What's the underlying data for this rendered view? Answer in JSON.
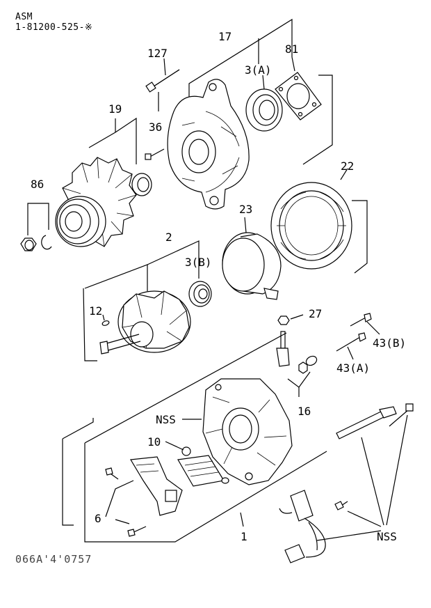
{
  "header": {
    "line1": "ASM",
    "line2": "1-81200-525-※"
  },
  "footer": {
    "code": "066A'4'0757"
  },
  "callouts": {
    "c127": "127",
    "c17": "17",
    "c81": "81",
    "c3a": "3(A)",
    "c19": "19",
    "c36": "36",
    "c86": "86",
    "c22": "22",
    "c23": "23",
    "c2": "2",
    "c3b": "3(B)",
    "c12": "12",
    "c27": "27",
    "c43b": "43(B)",
    "c43a": "43(A)",
    "c16": "16",
    "cnss1": "NSS",
    "c10": "10",
    "c6": "6",
    "c1": "1",
    "cnss2": "NSS"
  },
  "parts": {
    "front_bracket": "front-bracket",
    "rear_bracket": "rear-bracket",
    "stator": "stator",
    "rotor": "rotor",
    "fan": "fan",
    "pulley": "pulley",
    "bearing_a": "bearing-3a",
    "bearing_b": "bearing-3b"
  }
}
